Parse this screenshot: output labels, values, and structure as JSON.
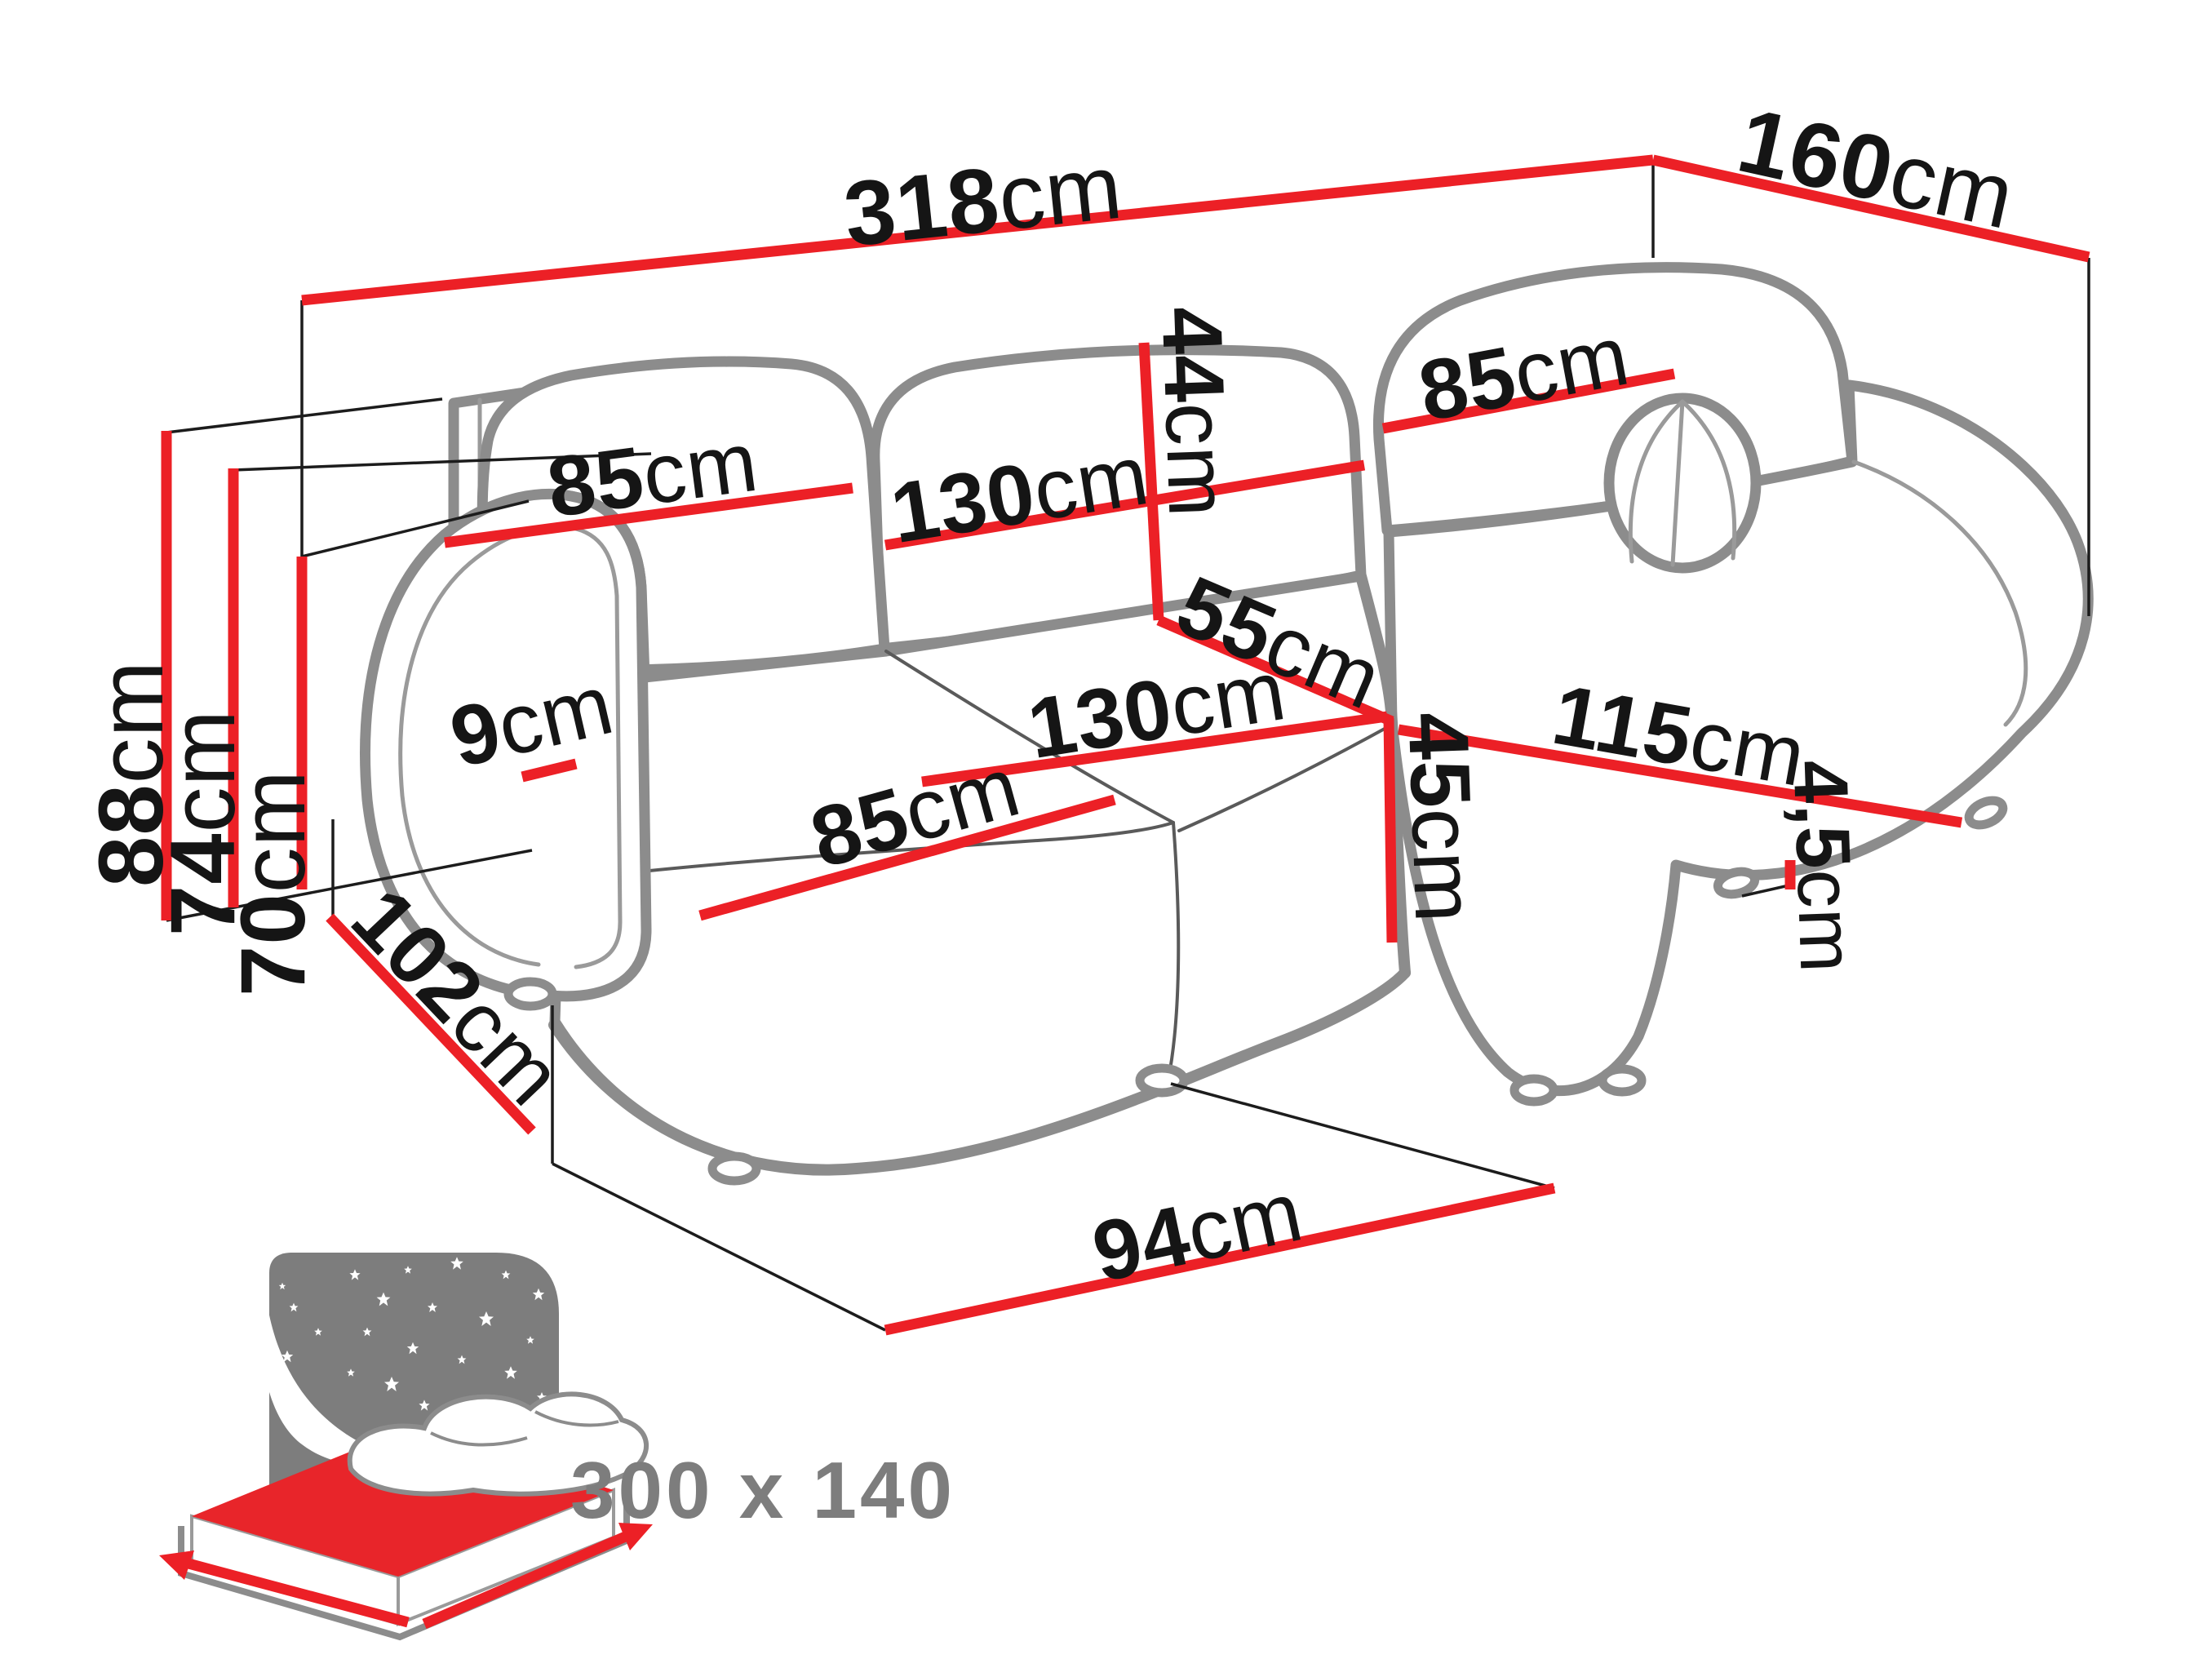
{
  "diagram": {
    "type": "sofa-dimension-diagram",
    "colors": {
      "dimension_red": "#ec2026",
      "outline_gray": "#8c8c8c",
      "icon_gray": "#7d7d7d"
    },
    "dims": {
      "width_total": {
        "value": "318",
        "unit": "cm"
      },
      "depth_total": {
        "value": "160",
        "unit": "cm"
      },
      "height_total": {
        "value": "88",
        "unit": "cm"
      },
      "height_back": {
        "value": "74",
        "unit": "cm"
      },
      "height_armrest": {
        "value": "70",
        "unit": "cm"
      },
      "backrest_left": {
        "value": "85",
        "unit": "cm"
      },
      "backrest_middle": {
        "value": "130",
        "unit": "cm"
      },
      "backrest_height": {
        "value": "44",
        "unit": "cm"
      },
      "backrest_right": {
        "value": "85",
        "unit": "cm"
      },
      "seat_depth_back": {
        "value": "55",
        "unit": "cm"
      },
      "chaise_length": {
        "value": "115",
        "unit": "cm"
      },
      "seat_middle": {
        "value": "130",
        "unit": "cm"
      },
      "seat_front_height": {
        "value": "45",
        "unit": "cm"
      },
      "seat_left": {
        "value": "85",
        "unit": "cm"
      },
      "armrest_edge": {
        "value": "9",
        "unit": "cm"
      },
      "foot_height": {
        "value": "4,5",
        "unit": "cm"
      },
      "depth_side": {
        "value": "102",
        "unit": "cm"
      },
      "front_width": {
        "value": "94",
        "unit": "cm"
      }
    },
    "sleeping_area": {
      "icon": "bed-sleeping-icon",
      "label": "300 x 140"
    }
  }
}
